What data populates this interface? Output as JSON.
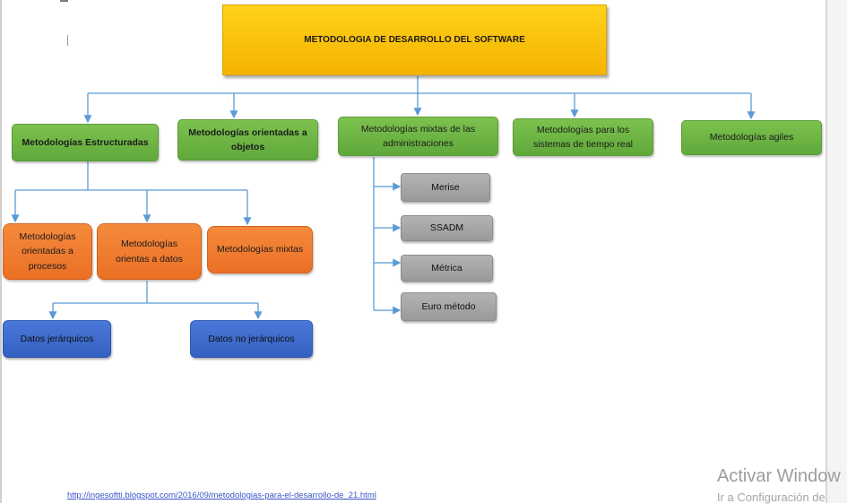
{
  "diagram": {
    "root": "METODOLOGIA DE  DESARROLLO DEL SOFTWARE",
    "level1": {
      "estructuradas": "Metodologías Estructuradas",
      "objetos": "Metodologías orientadas a objetos",
      "mixtas_admin": "Metodologías mixtas de las administraciones",
      "tiempo_real": "Metodologías para los sistemas de tiempo real",
      "agiles": "Metodologías agiles"
    },
    "estructuradas_children": {
      "procesos": "Metodologías orientadas a procesos",
      "datos": "Metodologías orientas a datos",
      "mixtas": "Metodologías mixtas"
    },
    "datos_children": {
      "jerarquicos": "Datos jerárquicos",
      "no_jerarquicos": "Datos no jerárquicos"
    },
    "mixtas_admin_children": {
      "merise": "Merise",
      "ssadm": "SSADM",
      "metrica": "Métrica",
      "euro_metodo": "Euro método"
    },
    "colors": {
      "root": "#f7c00a",
      "level1": "#6db545",
      "estructuradas_children": "#f07b2e",
      "mixtas_admin_children": "#a6a6a6",
      "datos_children": "#3b6bd1",
      "connector": "#5b9bd5"
    }
  },
  "source_url": "http://ingesoftti.blogspot.com/2016/09/metodologias-para-el-desarrollo-de_21.html",
  "watermark": {
    "title": "Activar Window",
    "subtitle": "Ir a Configuración de"
  }
}
